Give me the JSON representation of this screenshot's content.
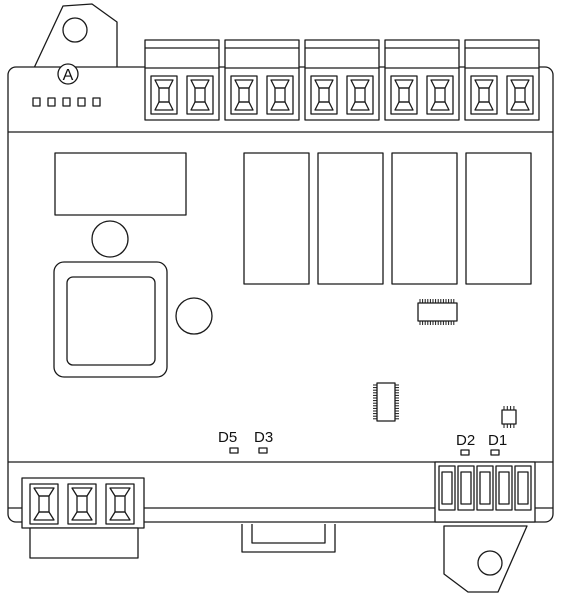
{
  "diagram": {
    "stroke_color": "#1a1a1a",
    "fill_color": "#ffffff",
    "labels": {
      "callout_a": "A",
      "led_d5": "D5",
      "led_d3": "D3",
      "led_d2": "D2",
      "led_d1": "D1"
    },
    "top_terminal_blocks": 5,
    "terminal_ports_per_block": 2,
    "relays": 4,
    "status_leds": 5,
    "bottom_left_terminal_ports": 3,
    "bottom_right_terminal_ports": 5
  }
}
